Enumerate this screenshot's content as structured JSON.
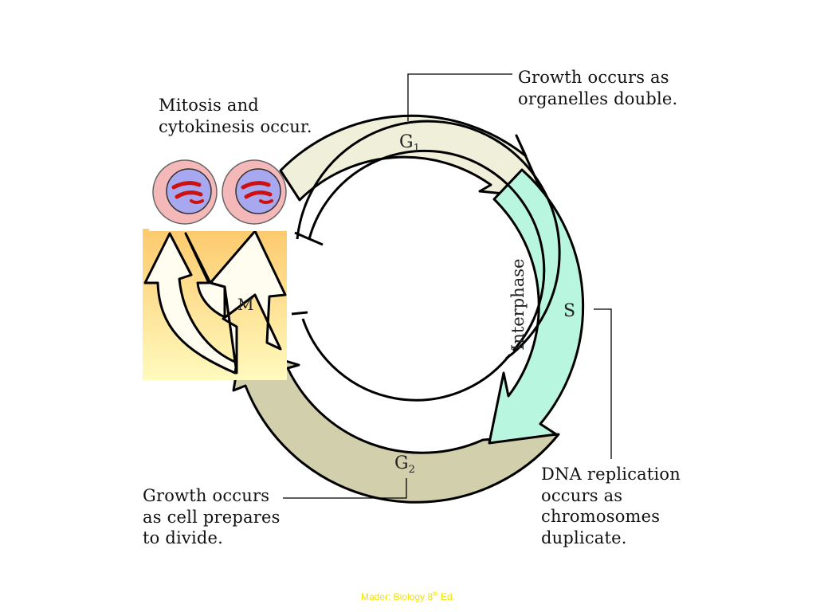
{
  "labels": {
    "g1_note": "Growth occurs as\norganelles double.",
    "mitosis_note": "Mitosis and\ncytokinesis occur.",
    "g2_note": "Growth occurs\nas cell prepares\nto divide.",
    "s_note": "DNA replication\noccurs as\nchromosomes\nduplicate."
  },
  "phases": {
    "g1_letter": "G",
    "g1_sub": "1",
    "s": "S",
    "g2_letter": "G",
    "g2_sub": "2",
    "m": "M",
    "interphase": "Interphase"
  },
  "citation": {
    "pre": "Mader: Biology 8",
    "sup": "th",
    "post": " Ed."
  },
  "colors": {
    "g1": "#efefda",
    "s": "#b9f6df",
    "g2": "#d2cfac",
    "m_top": "#fdca6d",
    "m_bottom": "#fffabe",
    "cell": "#f4b8b8",
    "nucleus": "#a8a8f0",
    "chromosome": "#cc1111",
    "citation": "#f2e200"
  }
}
